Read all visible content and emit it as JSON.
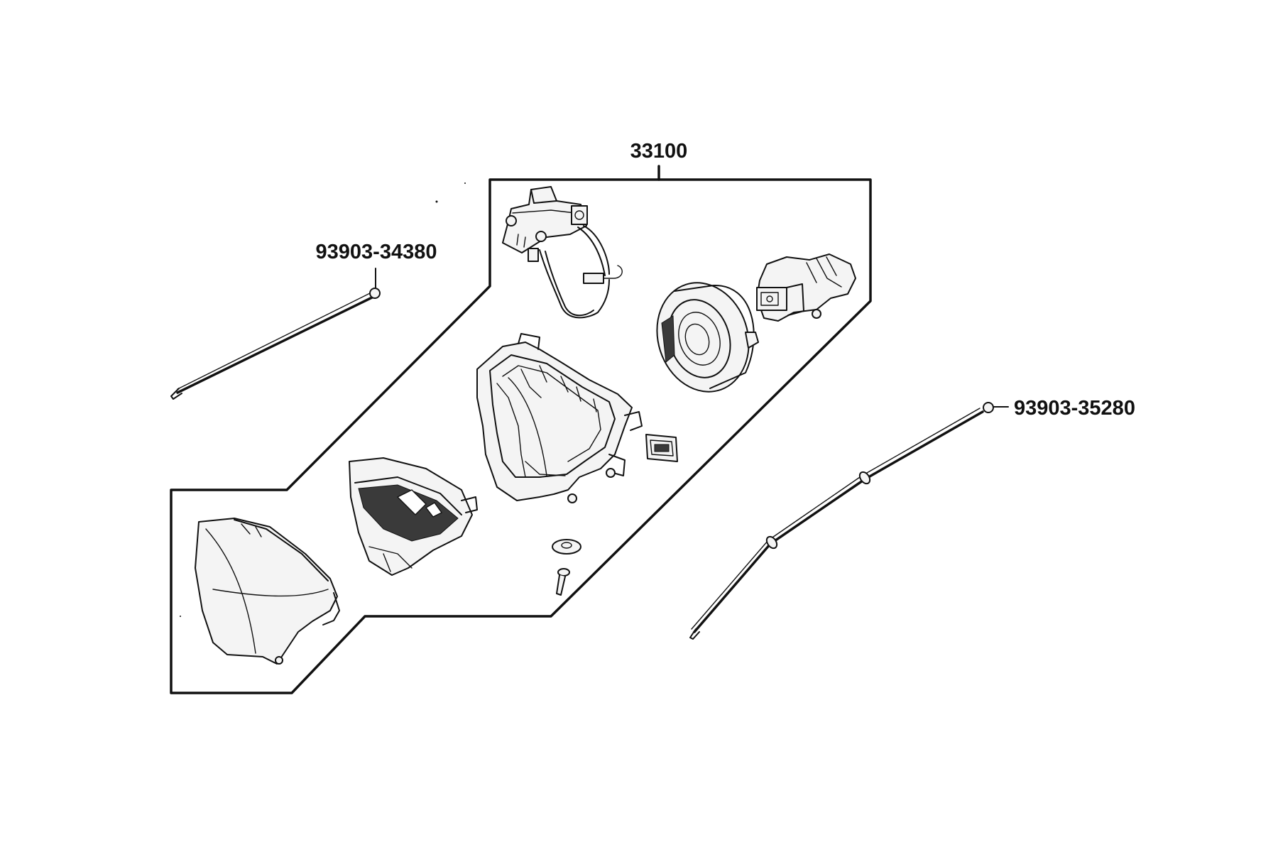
{
  "diagram": {
    "callouts": {
      "assembly": "33100",
      "upper_screw": "93903-34380",
      "right_screw": "93903-35280"
    }
  }
}
